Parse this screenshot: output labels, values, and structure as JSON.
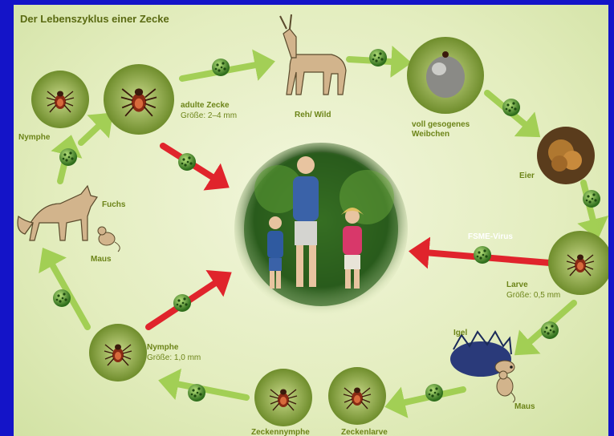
{
  "title": "Der Lebenszyklus einer Zecke",
  "stages": {
    "nymph_top": "Nymphe",
    "adult": "adulte Zecke",
    "adult_size": "Größe: 2–4 mm",
    "deer": "Reh/ Wild",
    "engorged_1": "voll gesogenes",
    "engorged_2": "Weibchen",
    "eggs": "Eier",
    "larva": "Larve",
    "larva_size": "Größe: 0,5 mm",
    "hedgehog": "Igel",
    "mouse_bottom": "Maus",
    "larva_tick": "Zeckenlarve",
    "nymph_tick": "Zeckennymphe",
    "nymph_left": "Nymphe",
    "nymph_left_size": "Größe: 1,0 mm",
    "fox": "Fuchs",
    "mouse_left": "Maus",
    "virus": "FSME-Virus"
  },
  "colors": {
    "border": "#1414c8",
    "panel": "#e3edbe",
    "cycle_arrow": "#9ccc4a",
    "infection_arrow": "#e0242c",
    "virus": "#4f9a2c",
    "label": "#6c8418"
  }
}
